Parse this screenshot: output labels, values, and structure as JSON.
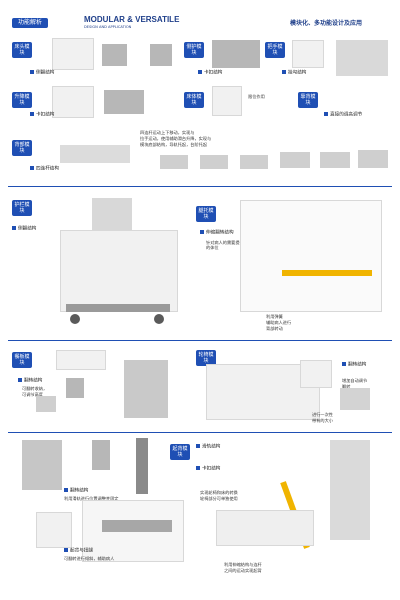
{
  "header": {
    "badge": "功能解析",
    "title_en": "MODULAR & VERSATILE",
    "subtitle_en": "DESIGN AND APPLICATION",
    "title_cn": "模块化、多功能设计及应用"
  },
  "tags": {
    "t1": "床头模块",
    "t2": "侧护模块",
    "t3": "把手模块",
    "t4": "升降模块",
    "t5": "床体模块",
    "t6": "靠背模块",
    "t7": "背部模块",
    "t8": "护栏模块",
    "t9": "腿托模块",
    "t10": "餐板模块",
    "t11": "轮椅模块",
    "t12": "起背模块"
  },
  "captions": {
    "c1": "侧翻结构",
    "c2": "卡扣结构",
    "c3": "挂勾结构",
    "c4": "卡扣结构",
    "c5": "直接的调高调节",
    "c6": "四连杆结构",
    "c7": "侧翻结构",
    "c8": "伸缩翻转结构",
    "c9": "翻转结构",
    "c10": "翻转结构",
    "c11": "翻转结构",
    "c12": "起背与扭腿",
    "c13": "滑轨结构",
    "c14": "卡扣结构"
  },
  "notes": {
    "n1": "限位作用",
    "n2": "四连杆运动上下移动，实现与",
    "n3": "拉手运动，使用辅助滑台升降，实现与",
    "n4": "模块底部结构，导轨托起，台阶托起",
    "n5": "针对病人的需要提供相对应的体位",
    "n6": "利用弹簧",
    "n7": "辅助病人进行",
    "n8": "背部转动",
    "n9": "可翻转收纳，",
    "n10": "可调节高度",
    "n11": "增加自动调节",
    "n12": "翻转",
    "n13": "进行一次性",
    "n14": "带有的大小",
    "n15": "利用滑轨进行位置调整并固定",
    "n16": "可翻转进行倾斜，辅助病人",
    "n17": "实现轮椅和床的转换",
    "n18": "轮椅部分可单独使用",
    "n19": "利用伸缩结构与连杆",
    "n20": "之间的运动实现起背"
  },
  "colors": {
    "accent": "#1f4fb4",
    "yellow": "#f0b400",
    "text": "#222222"
  }
}
